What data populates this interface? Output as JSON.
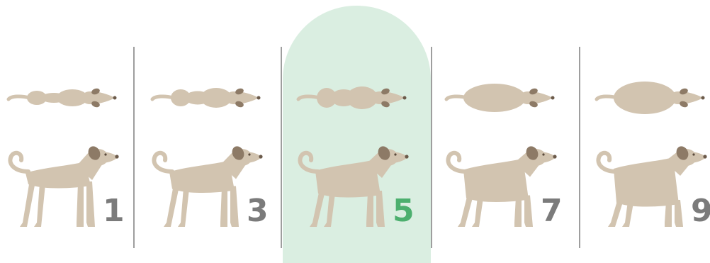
{
  "scale": {
    "scores": [
      {
        "label": "1",
        "highlighted": false
      },
      {
        "label": "3",
        "highlighted": false
      },
      {
        "label": "5",
        "highlighted": true
      },
      {
        "label": "7",
        "highlighted": false
      },
      {
        "label": "9",
        "highlighted": false
      }
    ]
  },
  "colors": {
    "dog_body": "#d2c4b0",
    "dog_ear": "#8d7a66",
    "dog_nose": "#6b5a4a",
    "dog_eye": "#5a4a3c",
    "score_default": "#7b7b7b",
    "score_highlight": "#4caf6e",
    "highlight_band": "#daeee1",
    "divider": "#9e9e9e"
  },
  "icons": [
    "dog-top-view-icon",
    "dog-side-view-icon"
  ]
}
